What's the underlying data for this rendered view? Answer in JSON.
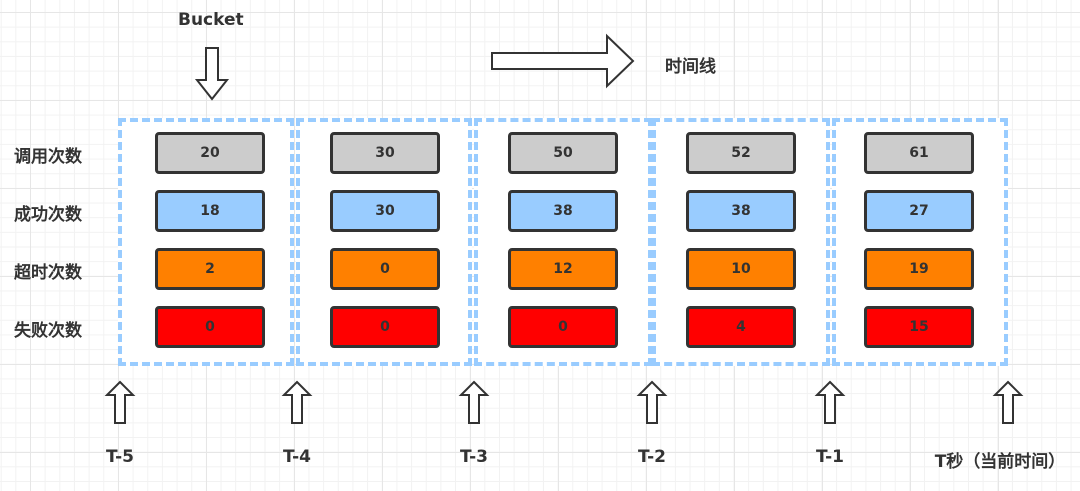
{
  "header": {
    "bucket_label": "Bucket",
    "timeline_label": "时间线"
  },
  "colors": {
    "calls": "#cccccc",
    "success": "#99ccff",
    "timeout": "#ff8000",
    "failure": "#ff0000",
    "bucket_border": "#99ccff",
    "cell_border": "#333333"
  },
  "row_labels": [
    "调用次数",
    "成功次数",
    "超时次数",
    "失败次数"
  ],
  "buckets": [
    {
      "calls": "20",
      "success": "18",
      "timeout": "2",
      "failure": "0"
    },
    {
      "calls": "30",
      "success": "30",
      "timeout": "0",
      "failure": "0"
    },
    {
      "calls": "50",
      "success": "38",
      "timeout": "12",
      "failure": "0"
    },
    {
      "calls": "52",
      "success": "38",
      "timeout": "10",
      "failure": "4"
    },
    {
      "calls": "61",
      "success": "27",
      "timeout": "19",
      "failure": "15"
    }
  ],
  "time_markers": [
    "T-5",
    "T-4",
    "T-3",
    "T-2",
    "T-1",
    "T秒（当前时间）"
  ]
}
